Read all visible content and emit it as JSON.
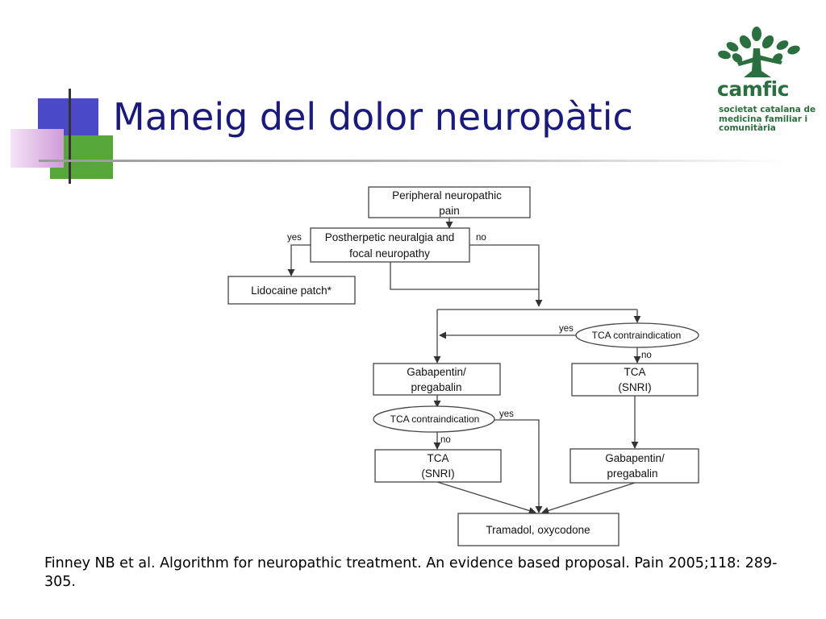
{
  "slide": {
    "title": "Maneig del dolor neuropàtic",
    "accent_colors": {
      "title": "#1a1a7a",
      "deco_blue": "#4b49c8",
      "deco_green": "#56a63a",
      "deco_pink": "#d9a7e6",
      "logo_green": "#2b6e3f"
    }
  },
  "logo": {
    "icon": "tree-icon",
    "word": "camfic",
    "tagline": [
      "societat catalana de",
      "medicina familiar i",
      "comunitària"
    ]
  },
  "flowchart": {
    "nodes": {
      "start": [
        "Peripheral neuropathic",
        "pain"
      ],
      "q_postherpetic": [
        "Postherpetic neuralgia and",
        "focal neuropathy"
      ],
      "lidocaine": [
        "Lidocaine patch*"
      ],
      "tca_contra_right": [
        "TCA contraindication"
      ],
      "gabapentin_left": [
        "Gabapentin/",
        "pregabalin"
      ],
      "tca_right": [
        "TCA",
        "(SNRI)"
      ],
      "tca_contra_left": [
        "TCA contraindication"
      ],
      "tca_left": [
        "TCA",
        "(SNRI)"
      ],
      "gabapentin_right": [
        "Gabapentin/",
        "pregabalin"
      ],
      "tramadol": [
        "Tramadol, oxycodone"
      ]
    },
    "edge_labels": {
      "q_yes": "yes",
      "q_no": "no",
      "right_yes": "yes",
      "right_no": "no",
      "left_yes": "yes",
      "left_no": "no"
    }
  },
  "citation": "Finney NB et al. Algorithm for neuropathic treatment. An evidence based proposal. Pain 2005;118: 289-305."
}
